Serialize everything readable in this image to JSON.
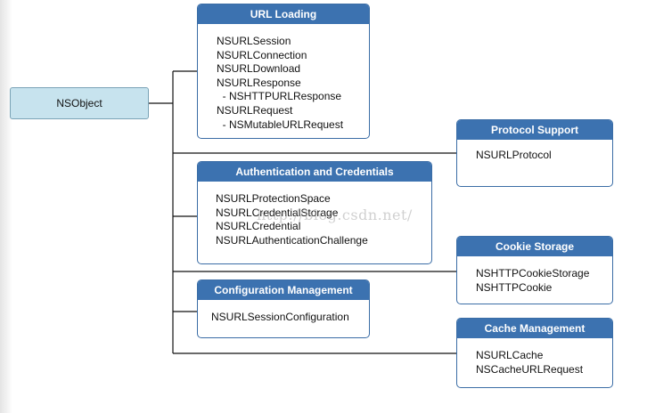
{
  "root": {
    "label": "NSObject"
  },
  "groups": {
    "url_loading": {
      "title": "URL Loading",
      "items": [
        "NSURLSession",
        "NSURLConnection",
        "NSURLDownload",
        "NSURLResponse",
        "  - NSHTTPURLResponse",
        "NSURLRequest",
        "  - NSMutableURLRequest"
      ]
    },
    "authentication": {
      "title": "Authentication and Credentials",
      "items": [
        "NSURLProtectionSpace",
        "NSURLCredentialStorage",
        "NSURLCredential",
        "NSURLAuthenticationChallenge"
      ]
    },
    "configuration": {
      "title": "Configuration Management",
      "items": [
        "NSURLSessionConfiguration"
      ]
    },
    "protocol": {
      "title": "Protocol Support",
      "items": [
        "NSURLProtocol"
      ]
    },
    "cookie": {
      "title": "Cookie Storage",
      "items": [
        "NSHTTPCookieStorage",
        "NSHTTPCookie"
      ]
    },
    "cache": {
      "title": "Cache Management",
      "items": [
        "NSURLCache",
        "NSCacheURLRequest"
      ]
    }
  },
  "watermark": "http://blog.csdn.net/",
  "colors": {
    "header": "#3c72b0",
    "border": "#3b6da6",
    "root_fill": "#c7e3ee",
    "connector": "#111111"
  }
}
